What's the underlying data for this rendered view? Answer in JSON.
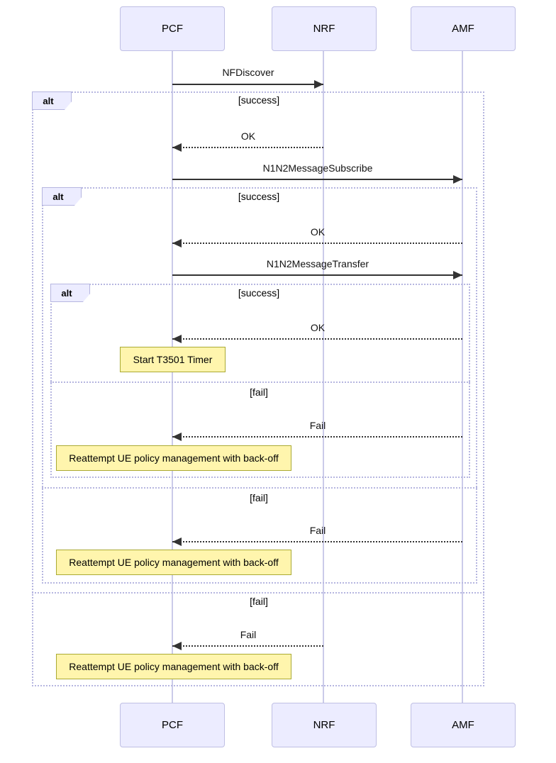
{
  "diagram_type": "sequence-diagram",
  "participants": [
    {
      "name": "PCF"
    },
    {
      "name": "NRF"
    },
    {
      "name": "AMF"
    }
  ],
  "messages": [
    {
      "label": "NFDiscover",
      "from": "PCF",
      "to": "NRF",
      "line": "solid"
    },
    {
      "label": "OK",
      "from": "NRF",
      "to": "PCF",
      "line": "dashed"
    },
    {
      "label": "N1N2MessageSubscribe",
      "from": "PCF",
      "to": "AMF",
      "line": "solid"
    },
    {
      "label": "OK",
      "from": "AMF",
      "to": "PCF",
      "line": "dashed"
    },
    {
      "label": "N1N2MessageTransfer",
      "from": "PCF",
      "to": "AMF",
      "line": "solid"
    },
    {
      "label": "OK",
      "from": "AMF",
      "to": "PCF",
      "line": "dashed"
    },
    {
      "label": "Fail",
      "from": "AMF",
      "to": "PCF",
      "line": "dashed"
    },
    {
      "label": "Fail",
      "from": "AMF",
      "to": "PCF",
      "line": "dashed"
    },
    {
      "label": "Fail",
      "from": "NRF",
      "to": "PCF",
      "line": "dashed"
    }
  ],
  "alt_blocks": [
    {
      "operator": "alt",
      "success_label": "[success]",
      "fail_label": "[fail]"
    },
    {
      "operator": "alt",
      "success_label": "[success]",
      "fail_label": "[fail]"
    },
    {
      "operator": "alt",
      "success_label": "[success]",
      "fail_label": "[fail]"
    }
  ],
  "notes": [
    {
      "text": "Start T3501 Timer"
    },
    {
      "text": "Reattempt UE policy management with back-off"
    },
    {
      "text": "Reattempt UE policy management with back-off"
    },
    {
      "text": "Reattempt UE policy management with back-off"
    }
  ],
  "colors": {
    "actor_fill": "#ECECFF",
    "actor_border": "#BFBFE4",
    "frame_border": "#B6B6E0",
    "note_fill": "#FFF5AD",
    "note_border": "#AAAA33",
    "arrow": "#333333",
    "lifeline": "#CBCBE9",
    "text": "#000000"
  }
}
